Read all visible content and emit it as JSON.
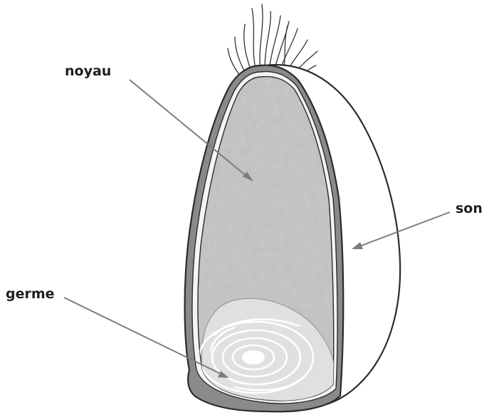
{
  "labels": {
    "endosperm": "noyau",
    "bran": "son",
    "germ": "germe"
  },
  "colors": {
    "outline": "#2b2b2b",
    "bran_layer": "#8a8a8a",
    "endosperm": "#bcbcbc",
    "germ": "#e0e0e0",
    "pointer": "#7d7d7d",
    "background": "#ffffff"
  }
}
